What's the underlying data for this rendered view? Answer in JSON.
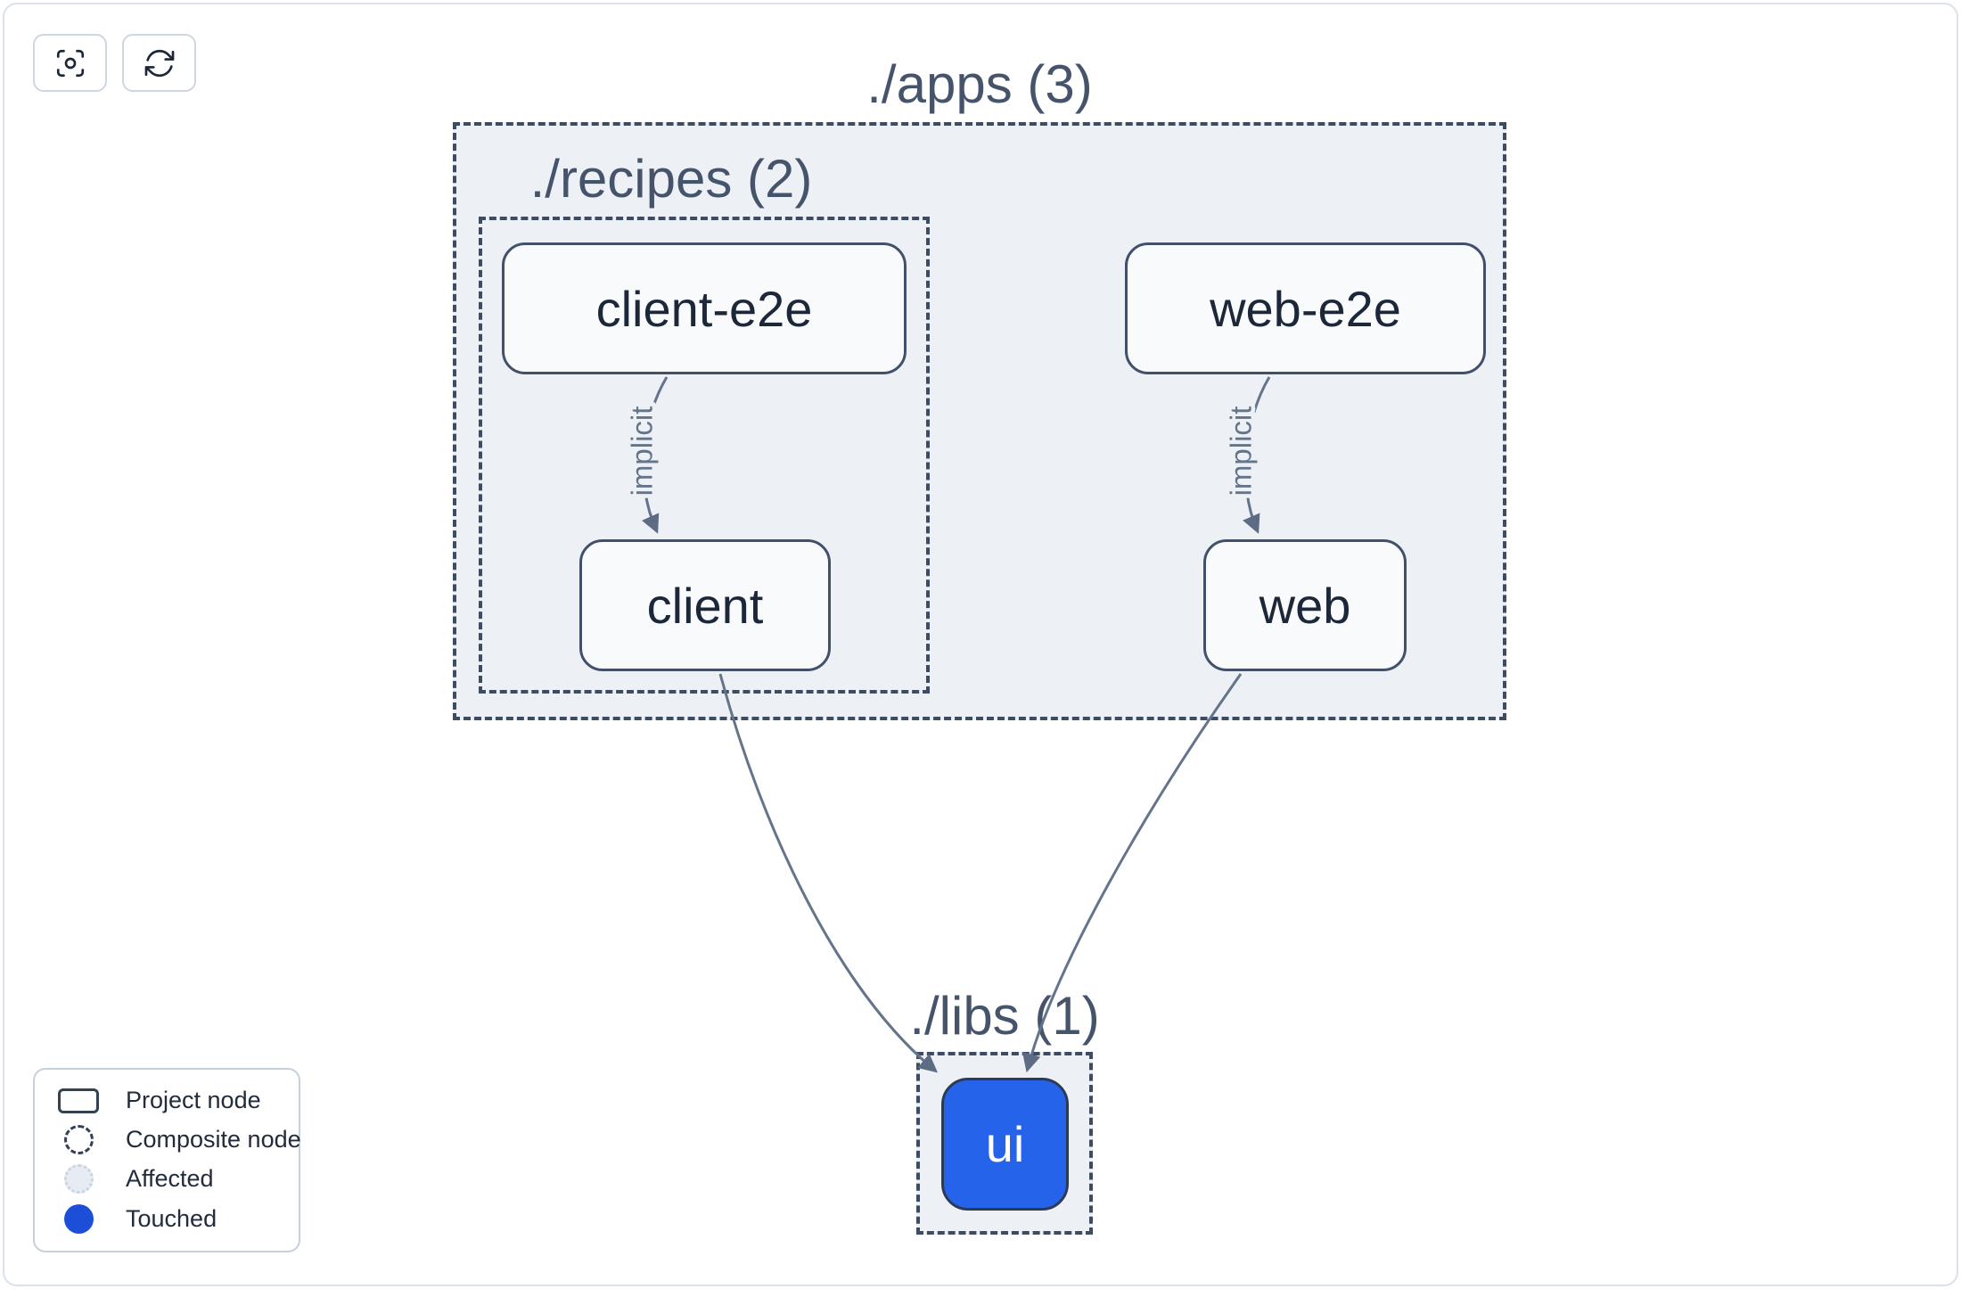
{
  "toolbar": {
    "buttons": [
      {
        "name": "focus-view",
        "icon": "viewfinder-icon"
      },
      {
        "name": "refresh-graph",
        "icon": "refresh-icon"
      }
    ]
  },
  "graph": {
    "groups": {
      "apps": {
        "label": "./apps (3)",
        "count": 3
      },
      "recipes": {
        "label": "./recipes (2)",
        "count": 2
      },
      "libs": {
        "label": "./libs (1)",
        "count": 1
      }
    },
    "nodes": {
      "client_e2e": {
        "label": "client-e2e",
        "type": "project"
      },
      "web_e2e": {
        "label": "web-e2e",
        "type": "project"
      },
      "client": {
        "label": "client",
        "type": "project"
      },
      "web": {
        "label": "web",
        "type": "project"
      },
      "ui": {
        "label": "ui",
        "type": "project",
        "state": "touched"
      }
    },
    "edges": [
      {
        "from": "client-e2e",
        "to": "client",
        "label": "implicit"
      },
      {
        "from": "web-e2e",
        "to": "web",
        "label": "implicit"
      },
      {
        "from": "client",
        "to": "ui"
      },
      {
        "from": "web",
        "to": "ui"
      }
    ]
  },
  "legend": {
    "items": [
      {
        "label": "Project node"
      },
      {
        "label": "Composite node"
      },
      {
        "label": "Affected"
      },
      {
        "label": "Touched"
      }
    ]
  },
  "colors": {
    "touched_blue": "#1d4ed8",
    "ui_node_blue": "#2563eb",
    "edge_slate": "#64748b",
    "container_fill": "#edf1f6",
    "dashed_border": "#3d4b63"
  }
}
